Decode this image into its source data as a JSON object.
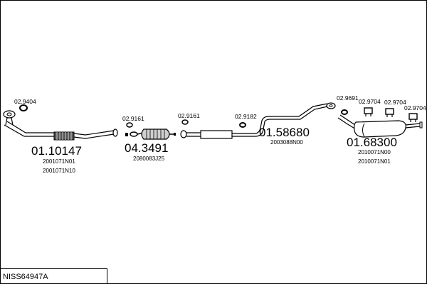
{
  "reference": "NISS64947A",
  "parts": [
    {
      "id": "front-pipe",
      "number": "01.10147",
      "oem": [
        "2001071N01",
        "2001071N10"
      ]
    },
    {
      "id": "catalytic-converter",
      "number": "04.3491",
      "oem": [
        "2080083J25"
      ]
    },
    {
      "id": "middle-silencer",
      "number": "01.58680",
      "oem": [
        "2003088N00"
      ]
    },
    {
      "id": "rear-silencer",
      "number": "01.68300",
      "oem": [
        "2010071N00",
        "2010071N01"
      ]
    }
  ],
  "accessories": [
    {
      "id": "gasket-front",
      "number": "02.9404"
    },
    {
      "id": "gasket-cat-inlet",
      "number": "02.9161"
    },
    {
      "id": "gasket-cat-outlet",
      "number": "02.9161"
    },
    {
      "id": "gasket-middle",
      "number": "02.9182"
    },
    {
      "id": "gasket-rear",
      "number": "02.9691"
    },
    {
      "id": "rubber-mount-1",
      "number": "02.9704"
    },
    {
      "id": "rubber-mount-2",
      "number": "02.9704"
    },
    {
      "id": "rubber-mount-3",
      "number": "02.9704"
    }
  ]
}
